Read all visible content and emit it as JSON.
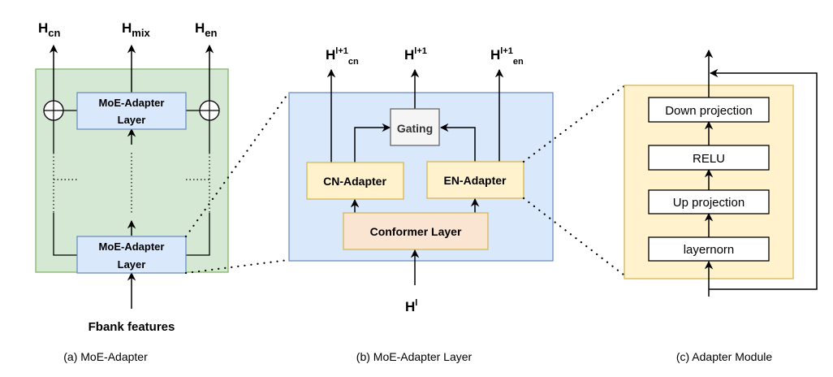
{
  "panels": {
    "a": {
      "caption": "(a)  MoE-Adapter",
      "outputs": {
        "cn": {
          "base": "H",
          "sub": "cn"
        },
        "mix": {
          "base": "H",
          "sub": "mix"
        },
        "en": {
          "base": "H",
          "sub": "en"
        }
      },
      "top_block": {
        "line1": "MoE-Adapter",
        "line2": "Layer"
      },
      "bottom_block": {
        "line1": "MoE-Adapter",
        "line2": "Layer"
      },
      "input_label": "Fbank features"
    },
    "b": {
      "caption": "(b) MoE-Adapter Layer",
      "outputs": {
        "cn": {
          "base": "H",
          "sup": "l+1",
          "sub": "cn"
        },
        "mix": {
          "base": "H",
          "sup": "l+1"
        },
        "en": {
          "base": "H",
          "sup": "l+1",
          "sub": "en"
        }
      },
      "gating_label": "Gating",
      "cn_adapter_label": "CN-Adapter",
      "en_adapter_label": "EN-Adapter",
      "conformer_label": "Conformer Layer",
      "input": {
        "base": "H",
        "sup": "l"
      }
    },
    "c": {
      "caption": "(c)  Adapter Module",
      "blocks": [
        "Down projection",
        "RELU",
        "Up projection",
        "layernorn"
      ]
    }
  },
  "colors": {
    "green_fill": "#d5e8d4",
    "green_stroke": "#82b366",
    "blue_fill": "#dae8fc",
    "blue_stroke": "#6c8ebf",
    "yellow_fill": "#fff2cc",
    "yellow_stroke": "#d6b656",
    "orange_fill": "#fae5d3",
    "gray_fill": "#f5f5f5",
    "gray_stroke": "#666666"
  }
}
